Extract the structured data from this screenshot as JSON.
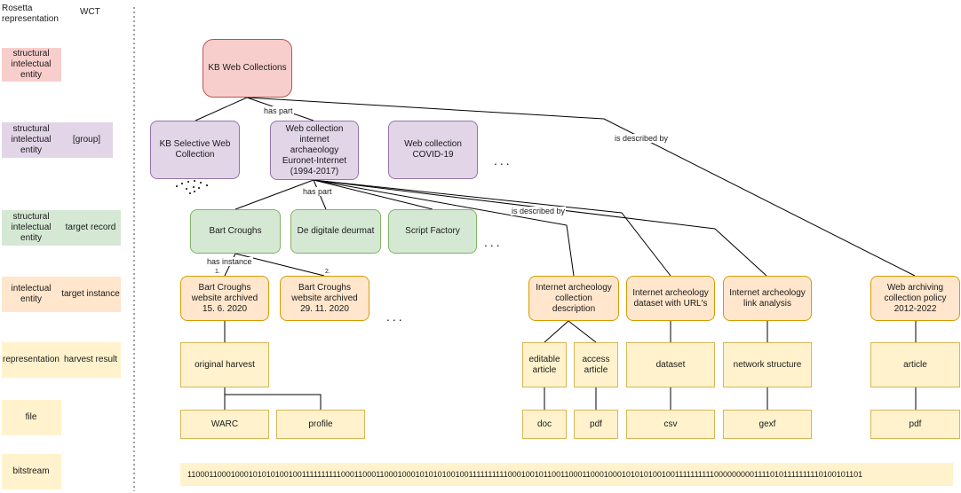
{
  "headers": {
    "rosetta": "Rosetta representation",
    "wct": "WCT"
  },
  "bands": [
    {
      "rosetta": "structural intelectual entity",
      "wct": ""
    },
    {
      "rosetta": "structural intelectual entity",
      "wct": "[group]"
    },
    {
      "rosetta": "structural intelectual entity",
      "wct": "target record"
    },
    {
      "rosetta": "intelectual entity",
      "wct": "target instance"
    },
    {
      "rosetta": "representation",
      "wct": "harvest result"
    },
    {
      "rosetta": "file",
      "wct": ""
    },
    {
      "rosetta": "bitstream",
      "wct": ""
    }
  ],
  "nodes": {
    "root": "KB Web Collections",
    "kb_selective": "KB Selective Web Collection",
    "internet_arch": "Web collection internet archaeology Euronet-Internet (1994-2017)",
    "covid": "Web collection COVID-19",
    "bart": "Bart Croughs",
    "digitale": "De digitale deurmat",
    "script_factory": "Script Factory",
    "bart_web1": "Bart Croughs website archived 15. 6. 2020",
    "bart_web2": "Bart Croughs website archived 29. 11. 2020",
    "ia_desc": "Internet archeology collection description",
    "ia_dataset": "Internet archeology dataset with URL's",
    "ia_link": "Internet archeology link analysis",
    "policy": "Web archiving collection policy 2012-2022",
    "orig_harvest": "original harvest",
    "editable": "editable article",
    "access": "access article",
    "dataset": "dataset",
    "network": "network structure",
    "article": "article",
    "warc": "WARC",
    "profile": "profile",
    "doc": "doc",
    "pdf1": "pdf",
    "csv": "csv",
    "gexf": "gexf",
    "pdf2": "pdf"
  },
  "edge_labels": {
    "has_part_1": "has part",
    "has_part_2": "has part",
    "described_1": "is described by",
    "described_2": "is described by",
    "has_instance": "has instance",
    "num1": "1.",
    "num2": "2."
  },
  "ellipsis": "...",
  "bitstream": "11000110001000101010100100111111111100011000110001000101010100100111111111100010010110011000110001000101010100100111111111100000000011110101111111110100101101",
  "colors": {
    "pink": "#f8cecc",
    "purple": "#e1d5e7",
    "green": "#d5e8d4",
    "orange": "#ffe6cc",
    "yellow": "#fff2cc"
  }
}
